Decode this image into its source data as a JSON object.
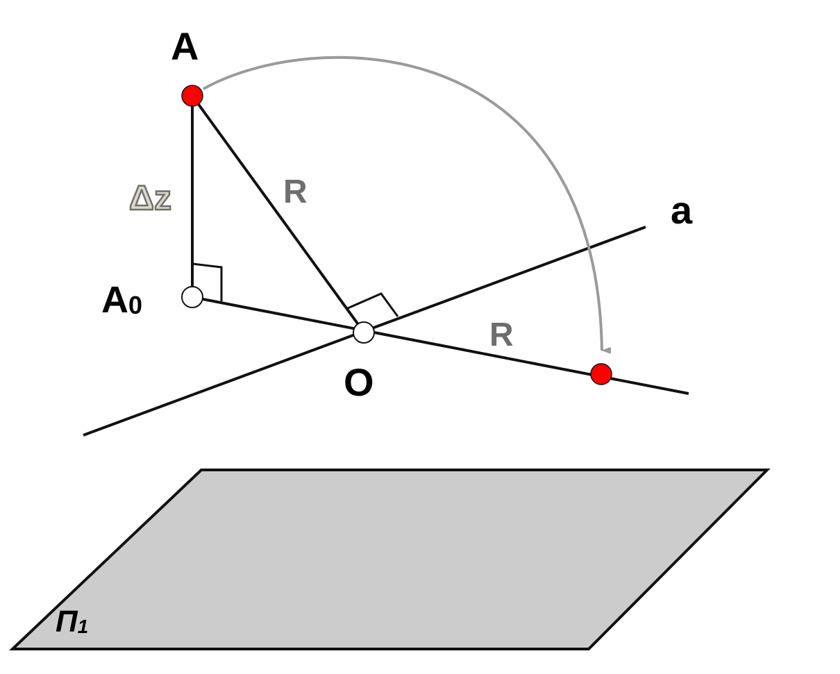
{
  "labels": {
    "point_a": "A",
    "point_a0": "A",
    "point_a0_sub": "0",
    "point_o": "O",
    "line_a": "a",
    "delta_z": "Δz",
    "radius_upper": "R",
    "radius_lower": "R",
    "plane": "П",
    "plane_sub": "1"
  },
  "colors": {
    "line": "#111111",
    "arc": "#9a9a9a",
    "point_red": "#ff0000",
    "point_hollow": "#ffffff",
    "plane_fill": "#cccccc",
    "label_dark": "#000000",
    "label_gray": "#6e6e6e",
    "delta_fill": "#ddd8c8"
  }
}
